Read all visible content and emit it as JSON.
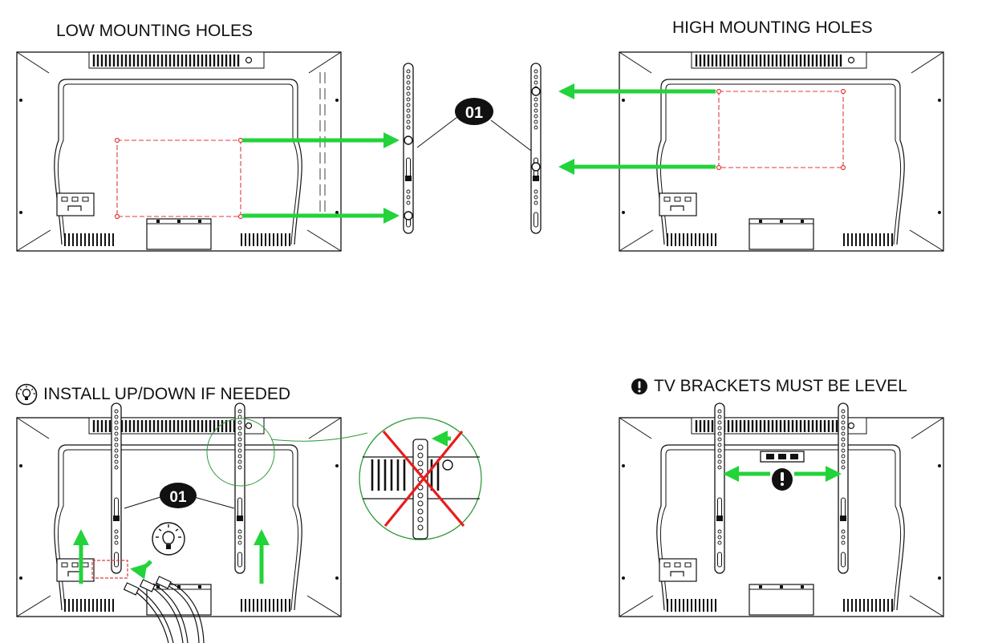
{
  "captions": {
    "low_mounting_holes": "LOW MOUNTING HOLES",
    "high_mounting_holes": "HIGH MOUNTING HOLES",
    "install_up_down": "INSTALL UP/DOWN IF NEEDED",
    "brackets_level": "TV BRACKETS MUST BE LEVEL"
  },
  "part_callouts": {
    "top": "01",
    "bottom_left": "01"
  },
  "colors": {
    "arrow_green": "#22d33a",
    "hole_dash_red": "#e23a3a",
    "cross_red": "#e81c1c",
    "detail_circle": "#2e9a3a",
    "line": "#111111"
  },
  "icons": {
    "tip": "lightbulb-icon",
    "warning": "exclamation-icon"
  }
}
